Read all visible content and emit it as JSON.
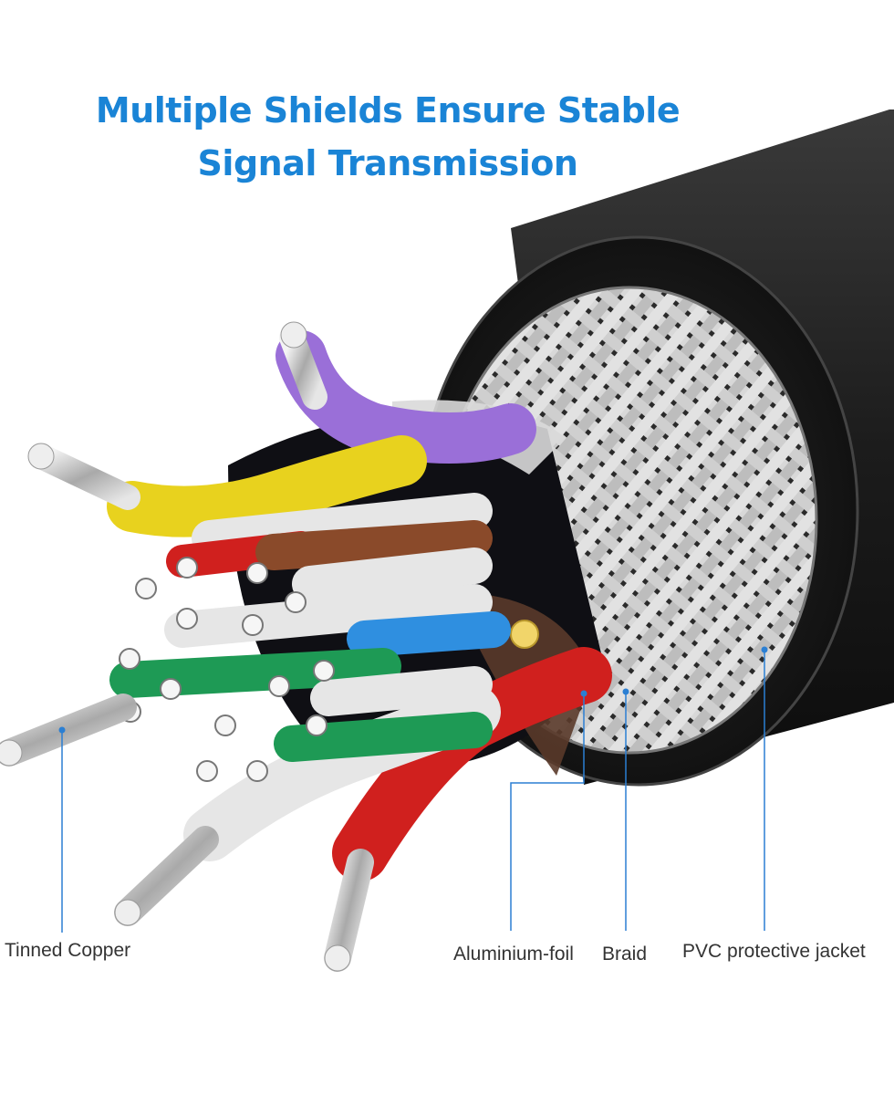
{
  "title": {
    "line1": "Multiple Shields Ensure Stable",
    "line2": "Signal Transmission"
  },
  "labels": {
    "tinned_copper": "Tinned Copper",
    "aluminium_foil": "Aluminium-foil",
    "braid": "Braid",
    "pvc_jacket": "PVC protective jacket"
  },
  "colors": {
    "title": "#1a84d6",
    "callout_line": "#2b7fd3",
    "jacket": "#1e1e1e",
    "braid": "#c8c8c8",
    "wire_yellow": "#e8d21e",
    "wire_purple": "#9a6fd8",
    "wire_red": "#d0201e",
    "wire_white": "#e6e6e6",
    "wire_green": "#1e9a55",
    "wire_blue": "#2f8fe0",
    "wire_brown": "#8a4a2a"
  }
}
